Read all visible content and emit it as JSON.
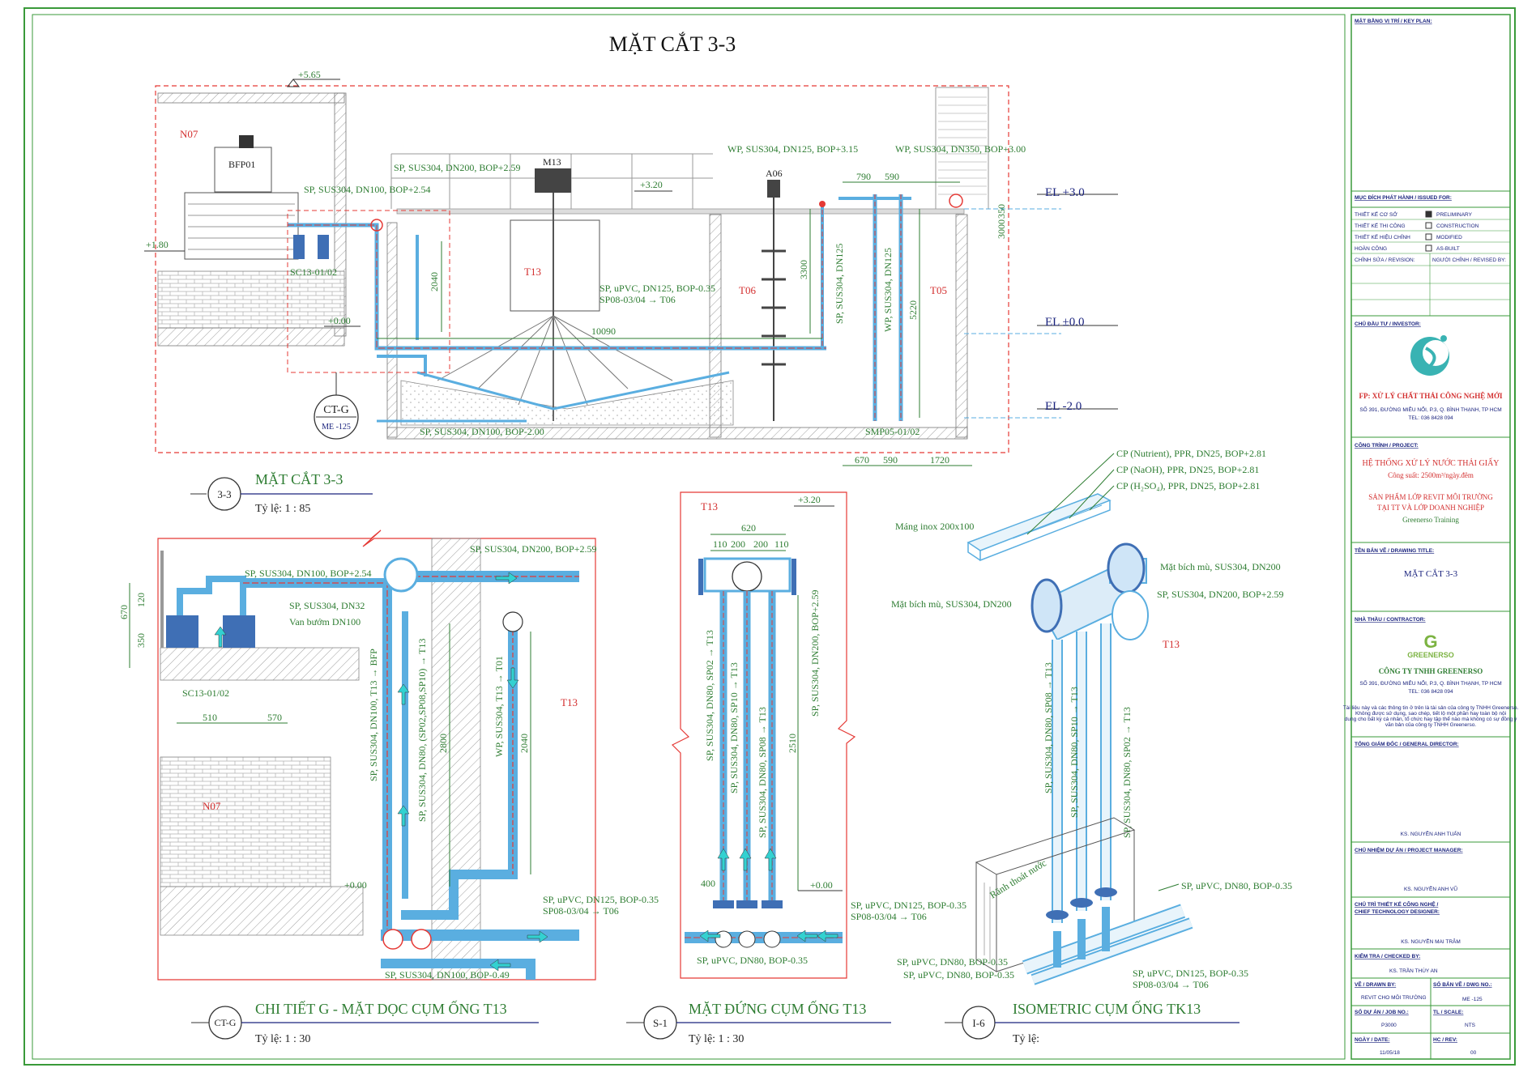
{
  "main_title": "MẶT CẮT 3-3",
  "section": {
    "tag": "3-3",
    "title": "MẶT CẮT 3-3",
    "scale": "Tỷ lệ: 1 : 85",
    "levels": [
      "+5.65",
      "+1.80",
      "+0.00",
      "+3.20"
    ],
    "el_levels": [
      "EL +3.0",
      "EL ±0.0",
      "EL -2.0"
    ],
    "tanks": [
      "N07",
      "BFP01",
      "T13",
      "T06",
      "T05",
      "M13",
      "A06"
    ],
    "detail_tag_code": "CT-G",
    "detail_tag_ref": "ME -125",
    "labels": {
      "l1": "SP, SUS304, DN100, BOP+2.54",
      "l2": "SP, SUS304, DN200, BOP+2.59",
      "l3": "WP, SUS304, DN125, BOP+3.15",
      "l4": "WP, SUS304, DN350, BOP+3.00",
      "l5": "SC13-01/02",
      "l6": "SP, uPVC, DN125, BOP-0.35",
      "l7": "SP08-03/04 → T06",
      "l8": "SP, SUS304, DN100, BOP-2.00",
      "l9": "SMP05-01/02",
      "l10": "SP, SUS304, DN125",
      "l11": "WP, SUS304, DN125"
    },
    "dims": [
      "790",
      "590",
      "2040",
      "3300",
      "5220",
      "3000",
      "350",
      "10090",
      "670",
      "590",
      "1720"
    ]
  },
  "detail_g": {
    "tag": "CT-G",
    "title": "CHI TIẾT G - MẶT DỌC CỤM ỐNG T13",
    "scale": "Tỷ lệ: 1 : 30",
    "labels": {
      "l1": "SP, SUS304, DN100, BOP+2.54",
      "l2": "SP, SUS304, DN32",
      "l3": "Van bướm DN100",
      "l4": "SP, SUS304, DN200, BOP+2.59",
      "l5": "SC13-01/02",
      "l6": "SP, SUS304, DN100, T13 → BFP",
      "l7": "SP, SUS304, DN80, (SP02,SP08,SP10) → T13",
      "l8": "WP, SUS304, T13 → T01",
      "l9": "SP, uPVC, DN125, BOP-0.35",
      "l10": "SP08-03/04 → T06",
      "l11": "SP, SUS304, DN100, BOP-0.49",
      "l12": "+0.00",
      "l13": "N07",
      "l14": "T13"
    },
    "dims": [
      "120",
      "350",
      "670",
      "510",
      "570",
      "2800",
      "2040"
    ]
  },
  "elevation_s1": {
    "tag": "S-1",
    "title": "MẶT ĐỨNG CỤM ỐNG T13",
    "scale": "Tỷ lệ: 1 : 30",
    "labels": {
      "tank": "T13",
      "level_top": "+3.20",
      "level_zero": "+0.00",
      "p1": "SP, SUS304, DN80, SP02 → T13",
      "p2": "SP, SUS304, DN80, SP10 → T13",
      "p3": "SP, SUS304, DN80, SP08 → T13",
      "p4": "SP, SUS304, DN200, BOP+2.59",
      "p5": "SP, uPVC, DN125, BOP-0.35",
      "p6": "SP08-03/04 → T06",
      "p7": "SP, uPVC, DN80, BOP-0.35"
    },
    "dims": [
      "620",
      "110",
      "200",
      "200",
      "110",
      "2510",
      "400"
    ]
  },
  "isometric": {
    "tag": "I-6",
    "title": "ISOMETRIC CỤM ỐNG TK13",
    "scale": "Tỷ lệ:",
    "labels": {
      "c1": "CP (Nutrient), PPR, DN25, BOP+2.81",
      "c2": "CP (NaOH), PPR, DN25, BOP+2.81",
      "c3": "CP (H₂SO₄), PPR, DN25, BOP+2.81",
      "trough": "Máng inox 200x100",
      "f1": "Mặt bích mù, SUS304, DN200",
      "f2": "Mặt bích mù, SUS304, DN200",
      "sp": "SP, SUS304, DN200, BOP+2.59",
      "tank": "T13",
      "v1": "SP, SUS304, DN80, SP08 → T13",
      "v2": "SP, SUS304, DN80, SP10 → T13",
      "v3": "SP, SUS304, DN80, SP02 → T13",
      "drain": "Rãnh thoát nước",
      "h1": "SP, uPVC, DN80, BOP-0.35",
      "h2": "SP, uPVC, DN80, BOP-0.35",
      "h3": "SP, uPVC, DN80, BOP-0.35",
      "h4": "SP, uPVC, DN125, BOP-0.35",
      "h5": "SP08-03/04 → T06"
    }
  },
  "title_block": {
    "key_plan": "MẶT BẰNG VỊ TRÍ / KEY PLAN:",
    "issued_for": "MỤC ĐÍCH PHÁT HÀNH / ISSUED FOR:",
    "issue_rows": [
      {
        "left": "THIẾT KẾ CƠ SỞ",
        "right": "PRELIMINARY",
        "checked": true
      },
      {
        "left": "THIẾT KẾ THI CÔNG",
        "right": "CONSTRUCTION",
        "checked": false
      },
      {
        "left": "THIẾT KẾ HIỆU CHỈNH",
        "right": "MODIFIED",
        "checked": false
      },
      {
        "left": "HOÀN CÔNG",
        "right": "AS-BUILT",
        "checked": false
      }
    ],
    "revision": "CHỈNH SỬA / REVISION:",
    "revised_by": "NGƯỜI CHỈNH / REVISED BY:",
    "investor_label": "CHỦ ĐẦU TƯ / INVESTOR:",
    "investor_name": "FP: XỬ LÝ CHẤT THẢI CÔNG NGHỆ MỚI",
    "investor_addr": "SỐ 391, ĐƯỜNG MIÊU NỔI, P.3, Q. BÌNH THẠNH, TP HCM",
    "investor_tel": "TEL: 036 8428 094",
    "project_label": "CÔNG TRÌNH / PROJECT:",
    "project_title": "HỆ THỐNG XỬ LÝ NƯỚC THẢI GIẤY",
    "project_capacity": "Công suất: 2500m³/ngày.đêm",
    "project_sub1": "SẢN PHẨM LỚP REVIT MÔI TRƯỜNG",
    "project_sub2": "TẠI TT VÀ LỚP DOANH NGHIỆP",
    "project_sub3": "Greenerso Training",
    "drawing_title_label": "TÊN BẢN VẼ / DRAWING TITLE:",
    "drawing_title": "MẶT CẮT 3-3",
    "contractor_label": "NHÀ THẦU / CONTRACTOR:",
    "contractor_logo": "GREENERSO",
    "contractor_name": "CÔNG TY TNHH GREENERSO",
    "contractor_addr": "SỐ 391, ĐƯỜNG MIÊU NỔI, P.3, Q. BÌNH THẠNH, TP HCM",
    "contractor_tel": "TEL: 036 8428 094",
    "contractor_note1": "Tài liệu này và các thông tin ở trên là tài sản của công ty TNHH Greenerso.",
    "contractor_note2": "Không được sử dụng, sao chép, tiết lộ một phần hay toàn bộ nội",
    "contractor_note3": "dung cho bất kỳ cá nhân, tổ chức hay tập thể nào mà không có sự đồng ý",
    "contractor_note4": "văn bản của công ty TNHH Greenerso.",
    "director_label": "TỔNG GIÁM ĐỐC / GENERAL DIRECTOR:",
    "director_name": "KS. NGUYỄN ANH TUẤN",
    "pm_label": "CHỦ NHIỆM DỰ ÁN / PROJECT MANAGER:",
    "pm_name": "KS. NGUYỄN ANH VŨ",
    "ctd_label1": "CHỦ TRÌ THIẾT KẾ CÔNG NGHỆ /",
    "ctd_label2": "CHIEF TECHNOLOGY DESIGNER:",
    "ctd_name": "KS. NGUYỄN MAI TRÂM",
    "checked_label": "KIỂM TRA / CHECKED BY:",
    "checked_name": "KS. TRẦN THÙY AN",
    "drawn_label": "VẼ / DRAWN BY:",
    "drawn_name": "REVIT CHO MÔI TRƯỜNG",
    "dwg_no_label": "SỐ BẢN VẼ / DWG NO.:",
    "dwg_no": "ME -125",
    "job_label": "SỐ DỰ ÁN / JOB NO.:",
    "job_no": "P3000",
    "scale_label": "TL / SCALE:",
    "scale": "NTS",
    "date_label": "NGÀY / DATE:",
    "date": "11/05/18",
    "rev_label": "HC / REV:",
    "rev": "00"
  },
  "colors": {
    "pipe_blue": "#5aaee0",
    "pipe_red": "#e53935",
    "dim_green": "#2e7d32",
    "border_green": "#3a9a3a",
    "hatch_gray": "#9e9e9e",
    "arrow_cyan": "#33d1d1"
  }
}
